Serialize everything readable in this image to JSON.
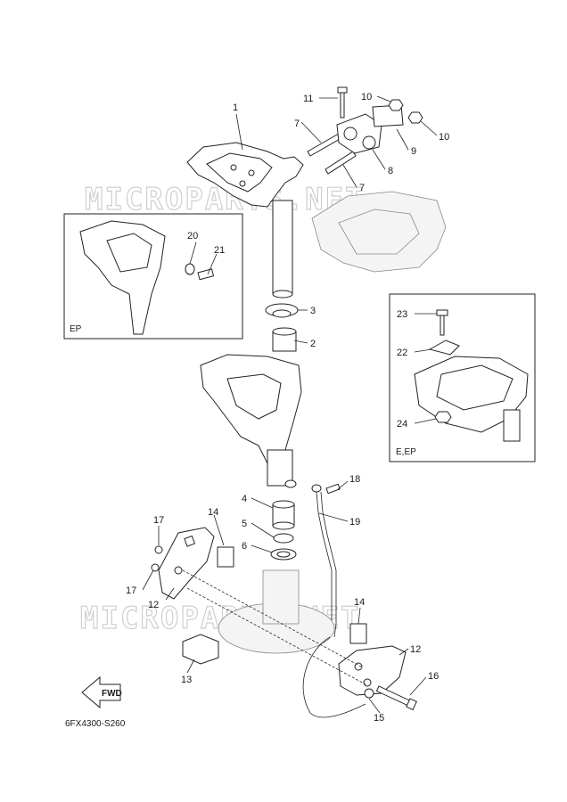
{
  "diagram": {
    "code": "6FX4300-S260",
    "watermark": "MICROPARTS.NET",
    "fwd_label": "FWD",
    "insets": [
      {
        "id": "ep",
        "label": "EP"
      },
      {
        "id": "eep",
        "label": "E,EP"
      }
    ],
    "callouts": [
      {
        "id": "c1",
        "text": "1"
      },
      {
        "id": "c2",
        "text": "2"
      },
      {
        "id": "c3",
        "text": "3"
      },
      {
        "id": "c4",
        "text": "4"
      },
      {
        "id": "c5",
        "text": "5"
      },
      {
        "id": "c6",
        "text": "6"
      },
      {
        "id": "c7a",
        "text": "7"
      },
      {
        "id": "c7b",
        "text": "7"
      },
      {
        "id": "c8",
        "text": "8"
      },
      {
        "id": "c9",
        "text": "9"
      },
      {
        "id": "c10a",
        "text": "10"
      },
      {
        "id": "c10b",
        "text": "10"
      },
      {
        "id": "c11",
        "text": "11"
      },
      {
        "id": "c12a",
        "text": "12"
      },
      {
        "id": "c12b",
        "text": "12"
      },
      {
        "id": "c13",
        "text": "13"
      },
      {
        "id": "c14a",
        "text": "14"
      },
      {
        "id": "c14b",
        "text": "14"
      },
      {
        "id": "c15",
        "text": "15"
      },
      {
        "id": "c16",
        "text": "16"
      },
      {
        "id": "c17a",
        "text": "17"
      },
      {
        "id": "c17b",
        "text": "17"
      },
      {
        "id": "c18",
        "text": "18"
      },
      {
        "id": "c19",
        "text": "19"
      },
      {
        "id": "c20",
        "text": "20"
      },
      {
        "id": "c21",
        "text": "21"
      },
      {
        "id": "c22",
        "text": "22"
      },
      {
        "id": "c23",
        "text": "23"
      },
      {
        "id": "c24",
        "text": "24"
      }
    ]
  }
}
